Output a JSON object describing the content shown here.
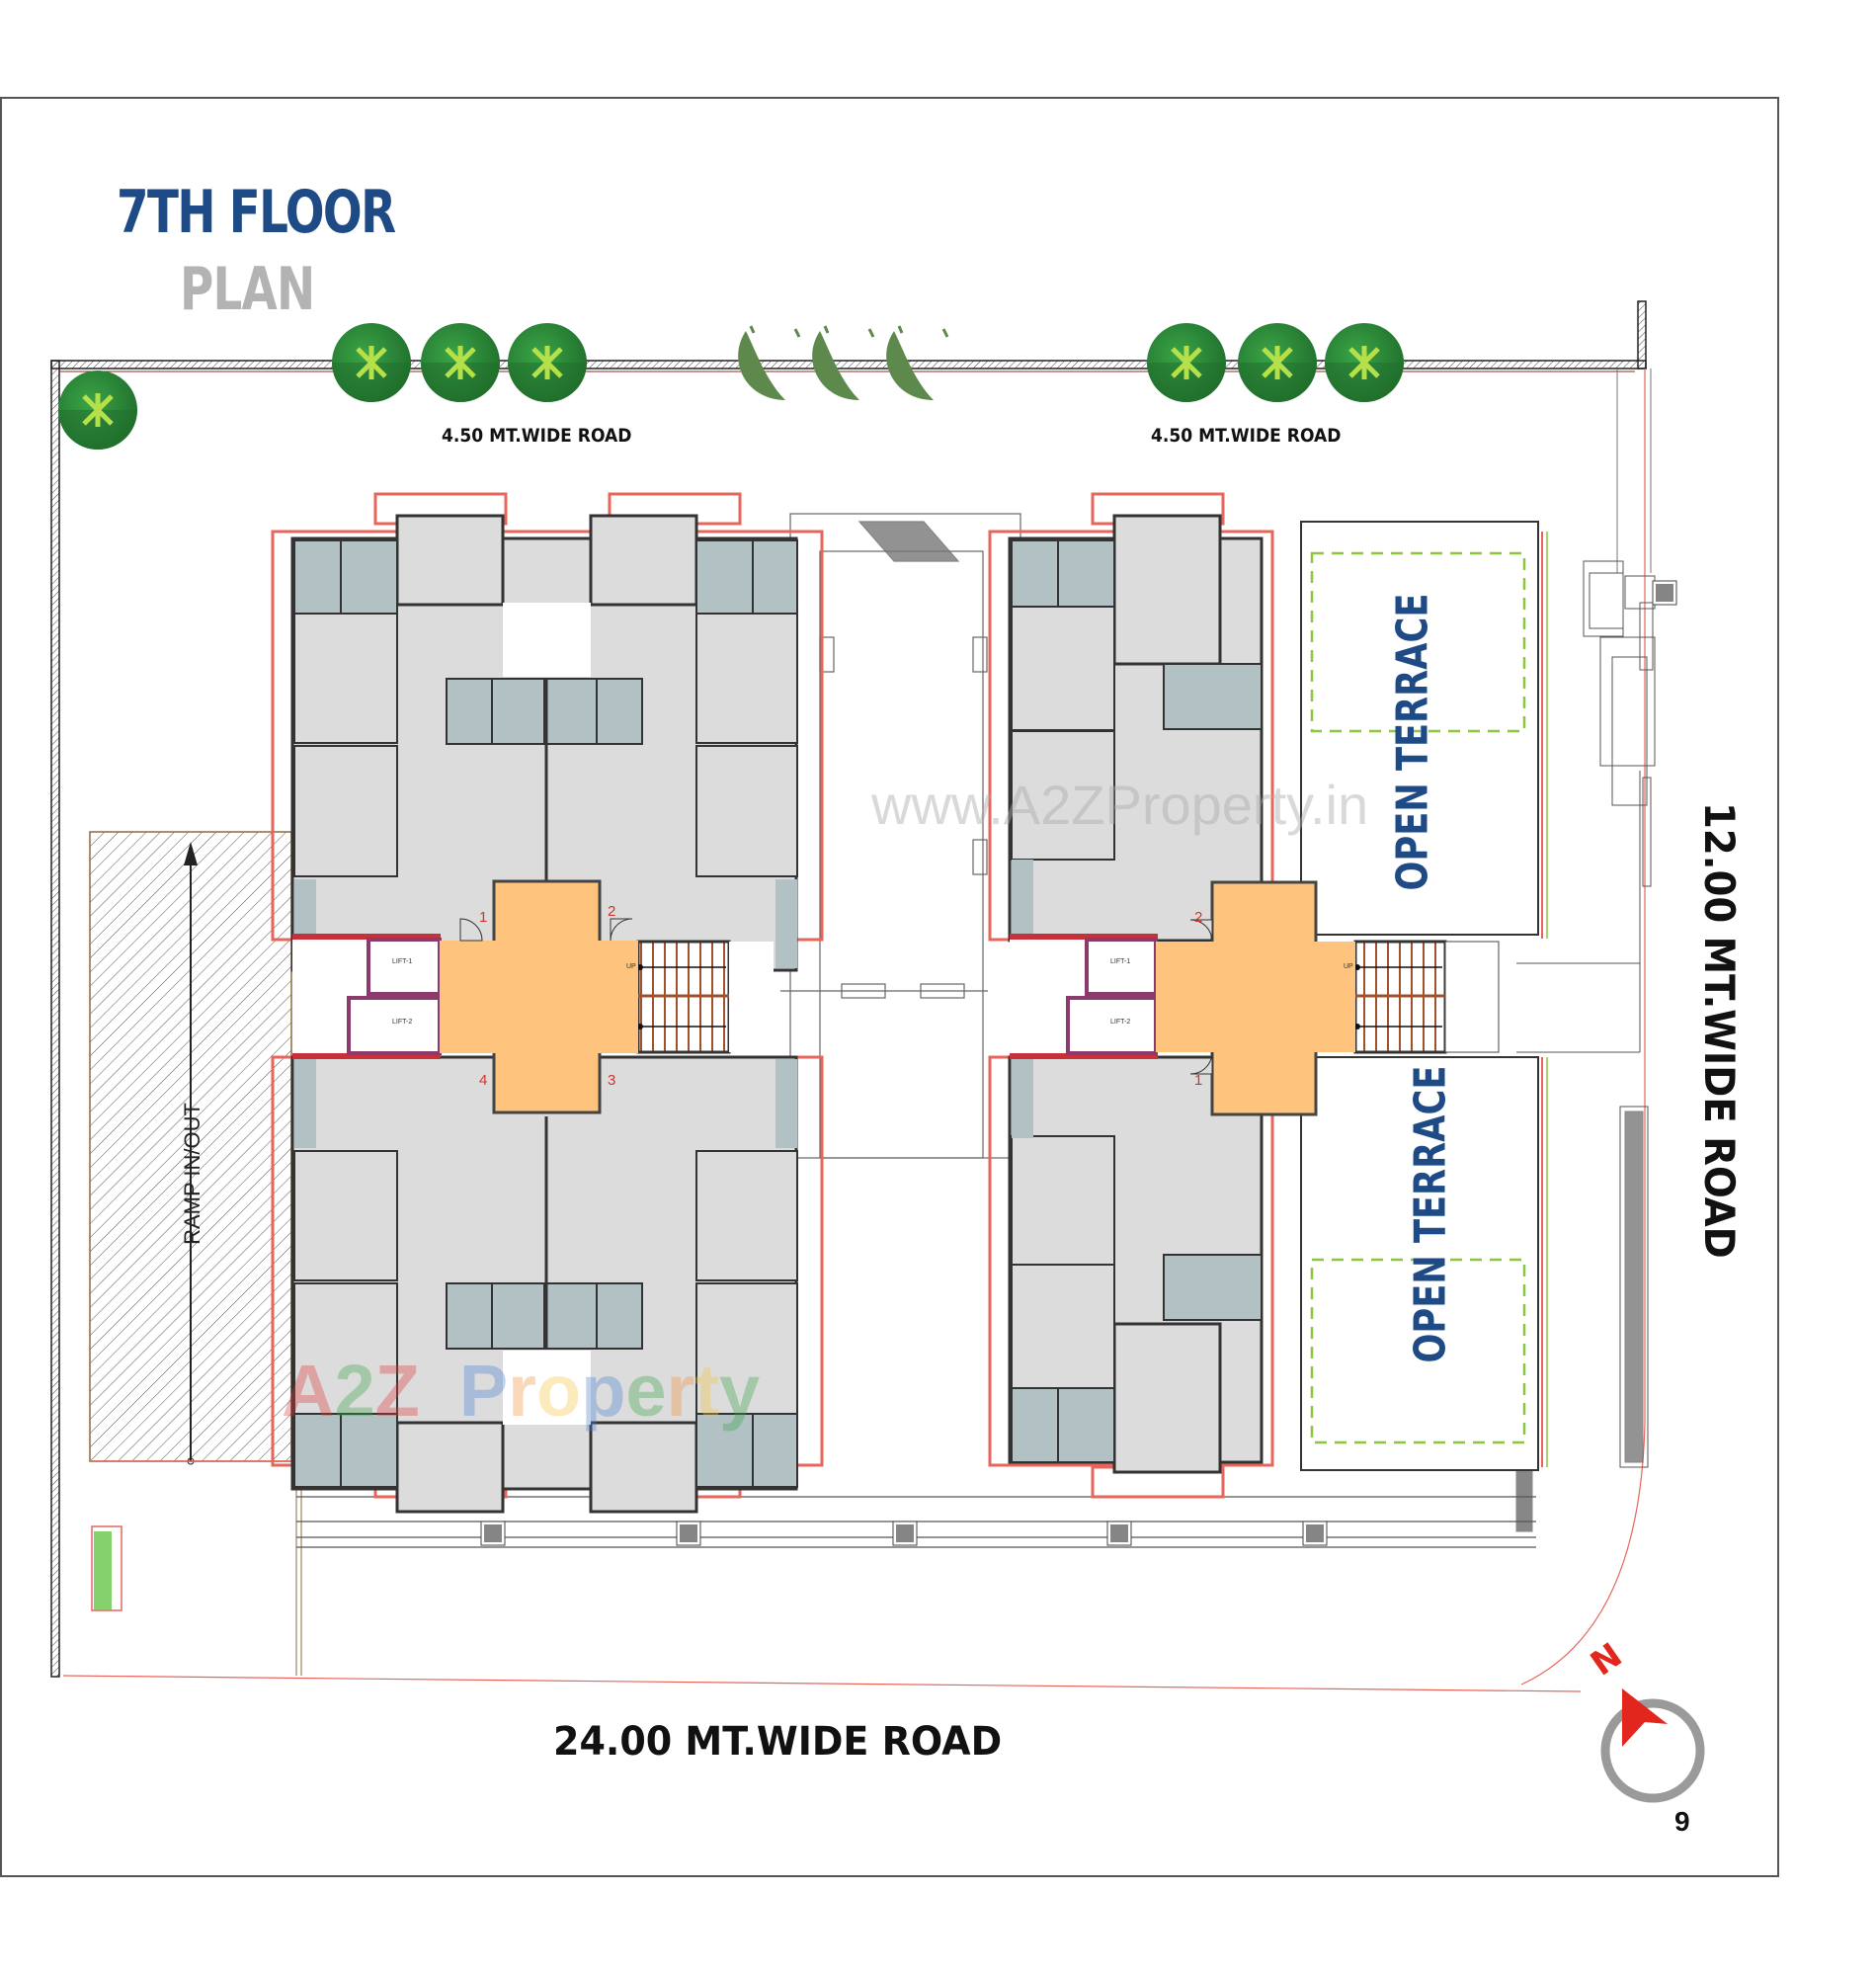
{
  "title": {
    "line1": "7TH FLOOR",
    "line2": "PLAN",
    "line1_color": "#1e4a86",
    "line2_color": "#b3b3b3"
  },
  "roads": {
    "north_left": "4.50 MT.WIDE ROAD",
    "north_right": "4.50 MT.WIDE ROAD",
    "east": "12.00 MT.WIDE ROAD",
    "south": "24.00 MT.WIDE ROAD"
  },
  "site": {
    "ramp_label": "RAMP IN/OUT",
    "terrace_upper": "OPEN TERRACE",
    "terrace_lower": "OPEN TERRACE"
  },
  "tower_a": {
    "lifts": [
      "LIFT-1",
      "LIFT-2"
    ],
    "stair_label": "UP",
    "flat_numbers": [
      "1",
      "2",
      "3",
      "4"
    ]
  },
  "tower_b": {
    "lifts": [
      "LIFT-1",
      "LIFT-2"
    ],
    "stair_label": "UP",
    "flat_numbers": [
      "2",
      "1"
    ]
  },
  "watermarks": {
    "url": "www.A2ZProperty.in",
    "logo_parts": [
      "A",
      "2",
      "Z",
      " ",
      "P",
      "r",
      "o",
      "p",
      "e",
      "r",
      "t",
      "y"
    ]
  },
  "compass": {
    "north_label": "N",
    "arrow_color": "#e2261d",
    "ring_color": "#9a9a9a"
  },
  "page_number": "9",
  "colors": {
    "room_fill": "#dcdcdc",
    "wet_area_fill": "#b2c2c4",
    "lobby_fill": "#fec47d",
    "wall": "#4a4a4a",
    "column": "#4f4f8f",
    "balcony_red": "#e7655b",
    "lift_wall": "#8c3a6e",
    "terrace_dash": "#8cc63f",
    "tree_green": "#2e8b3a"
  }
}
